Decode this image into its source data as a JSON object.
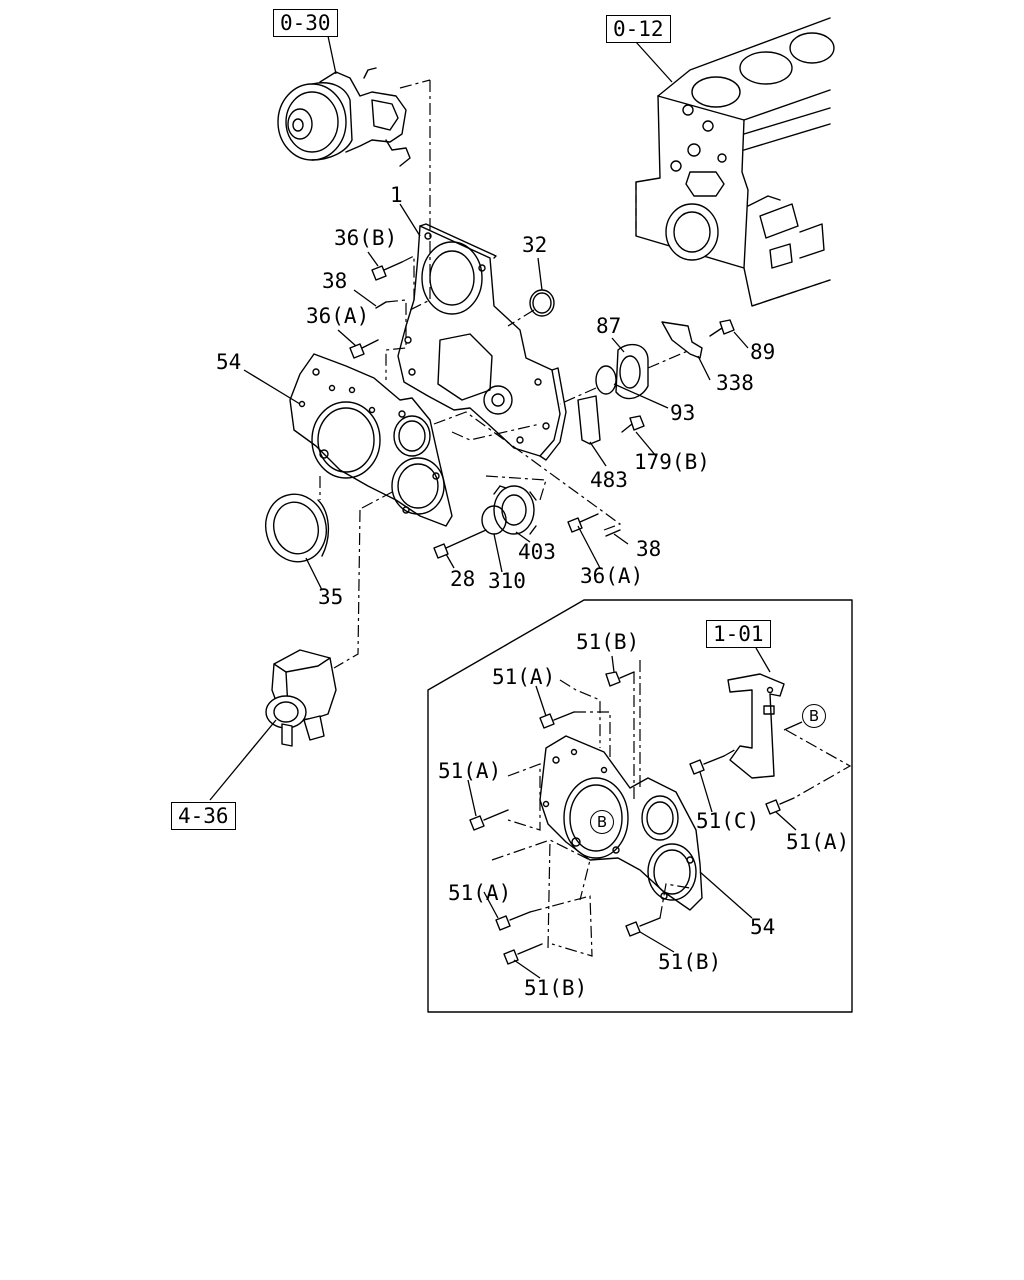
{
  "refs": {
    "r030": "0-30",
    "r012": "0-12",
    "r101": "1-01",
    "r436": "4-36"
  },
  "labels": {
    "l1": "1",
    "l36b": "36(B)",
    "l32": "32",
    "l38a": "38",
    "l36a_top": "36(A)",
    "l54": "54",
    "l87": "87",
    "l89": "89",
    "l338": "338",
    "l93": "93",
    "l179b": "179(B)",
    "l483": "483",
    "l403": "403",
    "l38b": "38",
    "l28": "28",
    "l310": "310",
    "l36a_bot": "36(A)",
    "l35": "35",
    "i51b_top": "51(B)",
    "i51a_1": "51(A)",
    "i51a_2": "51(A)",
    "i51c": "51(C)",
    "i51a_3": "51(A)",
    "i51a_4": "51(A)",
    "i54": "54",
    "i51b_r": "51(B)",
    "i51b_bot": "51(B)"
  },
  "callouts": {
    "b1": "B",
    "b2": "B"
  }
}
